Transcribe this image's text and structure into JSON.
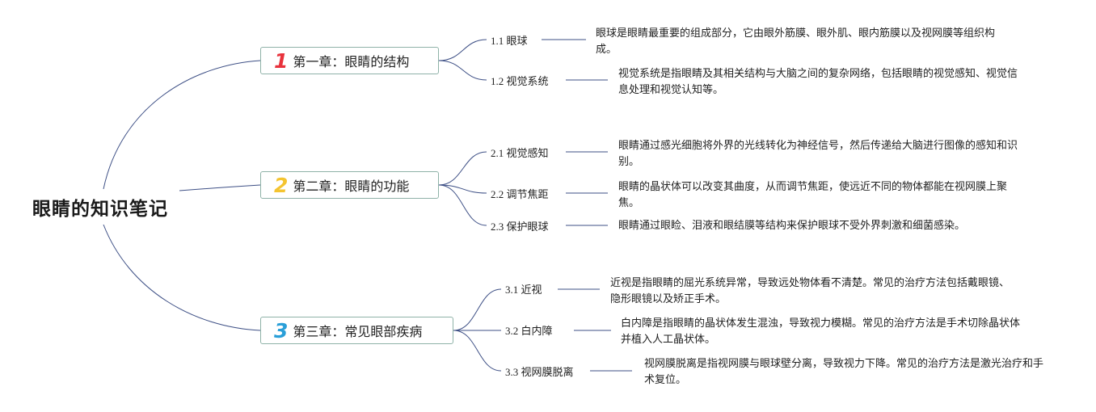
{
  "root": {
    "title": "眼睛的知识笔记"
  },
  "chapters": [
    {
      "number": "1",
      "number_color": "#e8323c",
      "label": "第一章：眼睛的结构",
      "sections": [
        {
          "label": "1.1 眼球",
          "text": "眼球是眼睛最重要的组成部分，它由眼外筋膜、眼外肌、眼内筋膜以及视网膜等组织构成。"
        },
        {
          "label": "1.2 视觉系统",
          "text": "视觉系统是指眼睛及其相关结构与大脑之间的复杂网络，包括眼睛的视觉感知、视觉信息处理和视觉认知等。"
        }
      ]
    },
    {
      "number": "2",
      "number_color": "#f4c430",
      "label": "第二章：眼睛的功能",
      "sections": [
        {
          "label": "2.1 视觉感知",
          "text": "眼睛通过感光细胞将外界的光线转化为神经信号，然后传递给大脑进行图像的感知和识别。"
        },
        {
          "label": "2.2 调节焦距",
          "text": "眼睛的晶状体可以改变其曲度，从而调节焦距，使远近不同的物体都能在视网膜上聚焦。"
        },
        {
          "label": "2.3 保护眼球",
          "text": "眼睛通过眼睑、泪液和眼结膜等结构来保护眼球不受外界刺激和细菌感染。"
        }
      ]
    },
    {
      "number": "3",
      "number_color": "#2a9fd8",
      "label": "第三章：常见眼部疾病",
      "sections": [
        {
          "label": "3.1 近视",
          "text": "近视是指眼睛的屈光系统异常，导致远处物体看不清楚。常见的治疗方法包括戴眼镜、隐形眼镜以及矫正手术。"
        },
        {
          "label": "3.2 白内障",
          "text": "白内障是指眼睛的晶状体发生混浊，导致视力模糊。常见的治疗方法是手术切除晶状体并植入人工晶状体。"
        },
        {
          "label": "3.3 视网膜脱离",
          "text": "视网膜脱离是指视网膜与眼球壁分离，导致视力下降。常见的治疗方法是激光治疗和手术复位。"
        }
      ]
    }
  ],
  "colors": {
    "line": "#3d4f85",
    "chapter_border": "#8fb2a8"
  }
}
